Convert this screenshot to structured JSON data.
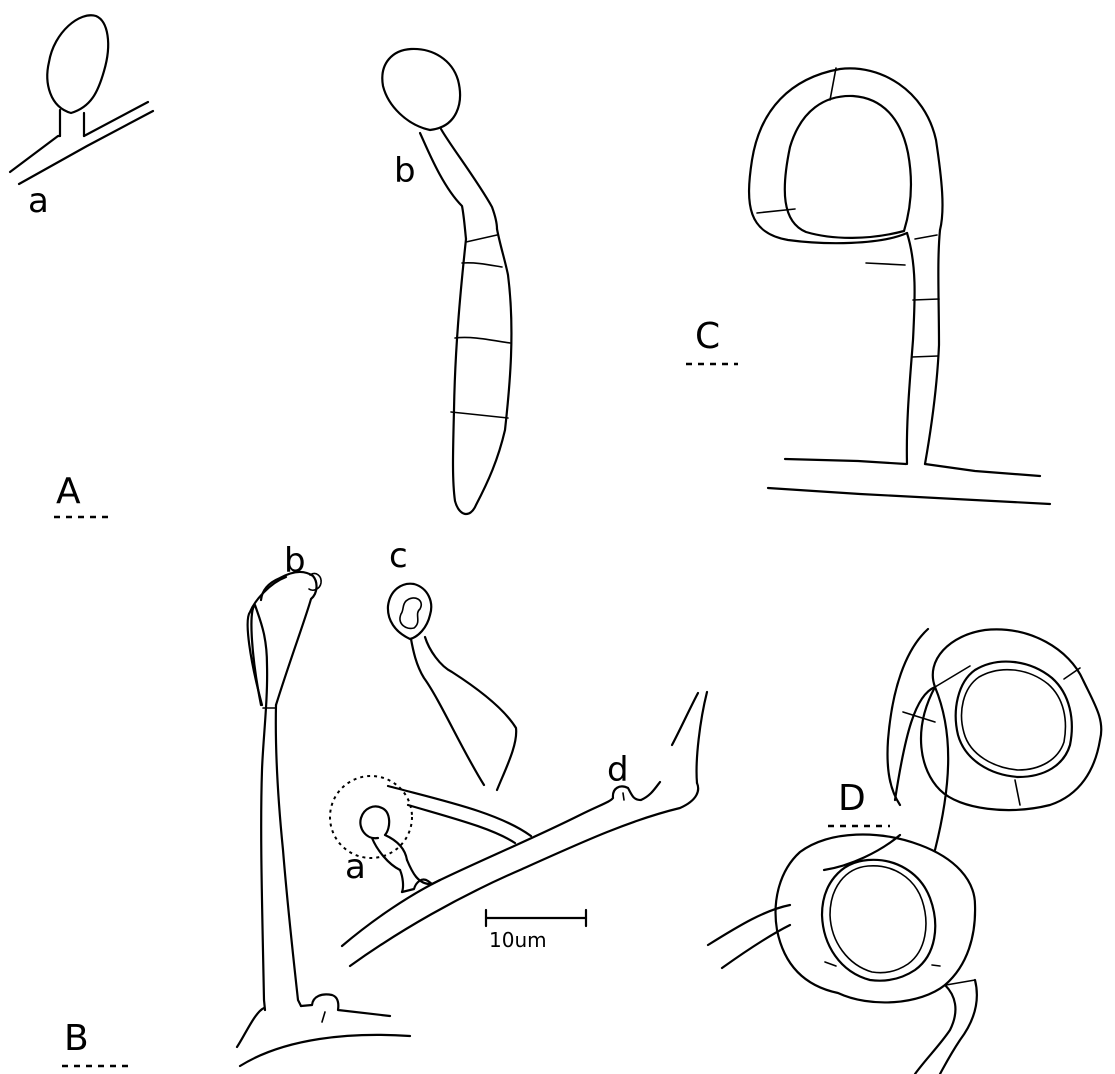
{
  "panels": {
    "A": {
      "label": "A",
      "parts": [
        {
          "id": "a",
          "label": "a"
        },
        {
          "id": "b",
          "label": "b"
        }
      ]
    },
    "B": {
      "label": "B",
      "parts": [
        {
          "id": "a",
          "label": "a"
        },
        {
          "id": "b",
          "label": "b"
        },
        {
          "id": "c",
          "label": "c"
        },
        {
          "id": "d",
          "label": "d"
        }
      ]
    },
    "C": {
      "label": "C"
    },
    "D": {
      "label": "D"
    }
  },
  "scale_bar": {
    "label": "10um"
  }
}
